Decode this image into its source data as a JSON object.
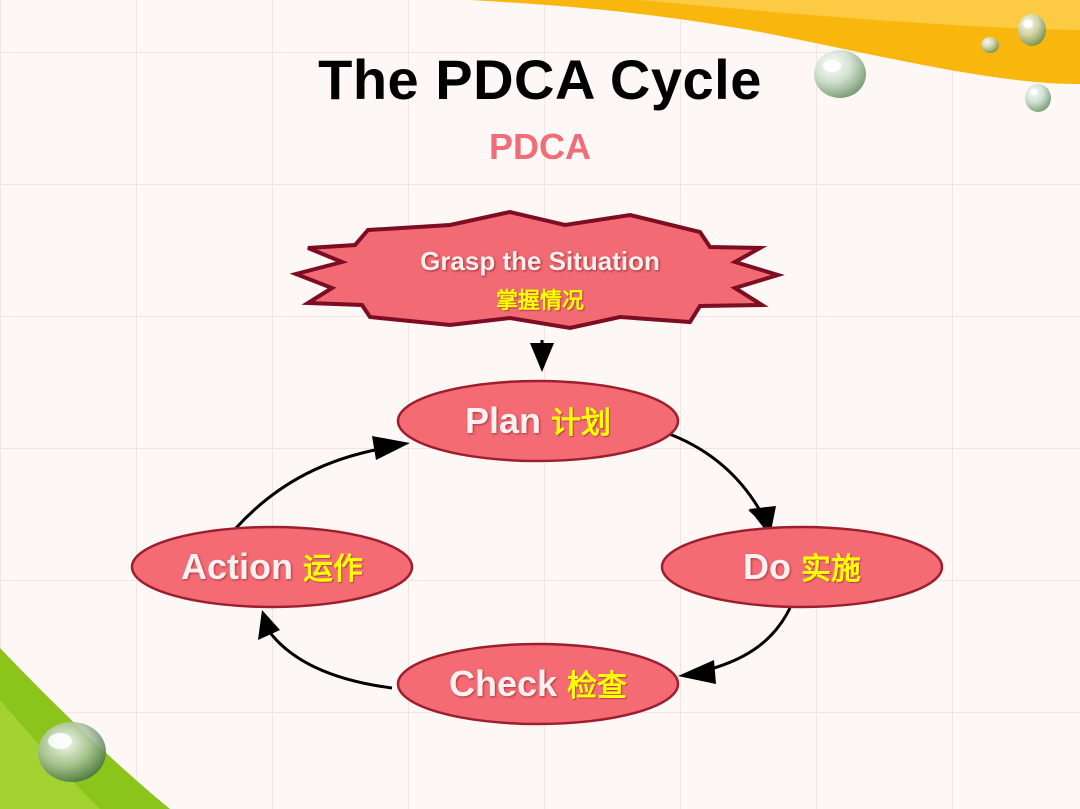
{
  "title": "The PDCA Cycle",
  "subtitle": "PDCA",
  "trigger": {
    "label_en": "Grasp the Situation",
    "label_zh": "掌握情况"
  },
  "cycle": [
    {
      "label_en": "Plan",
      "label_zh": "计划"
    },
    {
      "label_en": "Do",
      "label_zh": "实施"
    },
    {
      "label_en": "Check",
      "label_zh": "检查"
    },
    {
      "label_en": "Action",
      "label_zh": "运作"
    }
  ],
  "colors": {
    "node_fill": "#f56b74",
    "node_stroke": "#9c1f2f",
    "star_fill": "#f26a73",
    "star_stroke": "#7c0d22",
    "subtitle": "#f06e7a",
    "chinese_text": "#ffff00",
    "english_text": "#fff1f1",
    "accent_orange": "#f9b70e",
    "accent_green": "#8bc41b"
  }
}
